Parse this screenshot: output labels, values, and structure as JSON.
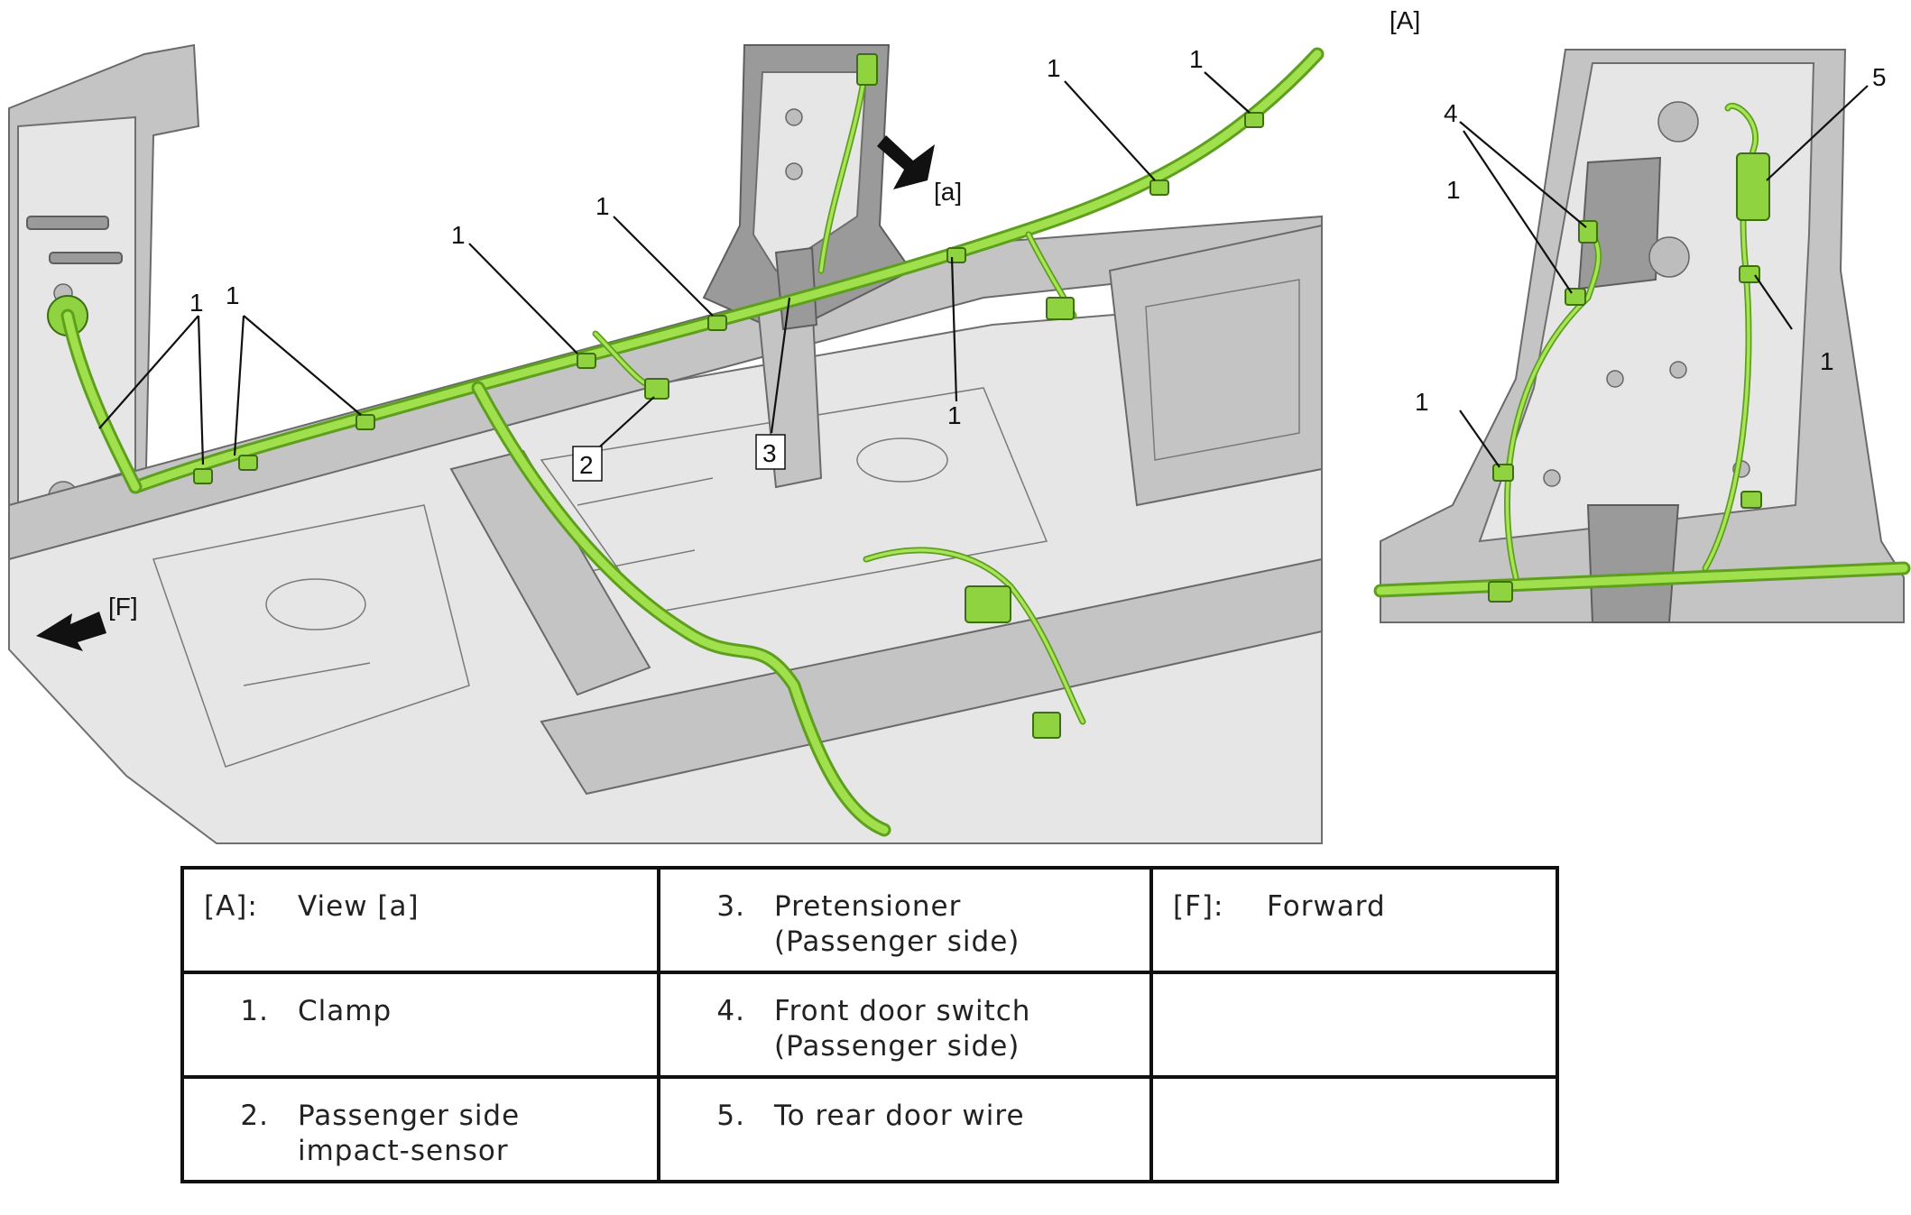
{
  "main_figure": {
    "labels": {
      "view_arrow": "[a]",
      "forward_arrow": "[F]",
      "clamp": "1",
      "impact_sensor": "2",
      "pretensioner": "3"
    }
  },
  "inset_figure": {
    "title": "[A]",
    "labels": {
      "clamp": "1",
      "door_switch": "4",
      "rear_door_wire": "5"
    }
  },
  "legend": {
    "rows": [
      [
        {
          "term": "[A]:",
          "desc": "View [a]"
        },
        {
          "term": "3.",
          "desc": "Pretensioner (Passenger side)"
        },
        {
          "term": "[F]:",
          "desc": "Forward"
        }
      ],
      [
        {
          "term": "1.",
          "desc": "Clamp"
        },
        {
          "term": "4.",
          "desc": "Front door switch (Passenger side)"
        },
        {
          "term": "",
          "desc": ""
        }
      ],
      [
        {
          "term": "2.",
          "desc": "Passenger side impact-sensor"
        },
        {
          "term": "5.",
          "desc": "To rear door wire"
        },
        {
          "term": "",
          "desc": ""
        }
      ]
    ]
  },
  "colors": {
    "harness": "#8fd440",
    "harness_outline": "#5f9f1e",
    "body_panel": "#e6e6e6",
    "outline": "#6f6f6f"
  }
}
